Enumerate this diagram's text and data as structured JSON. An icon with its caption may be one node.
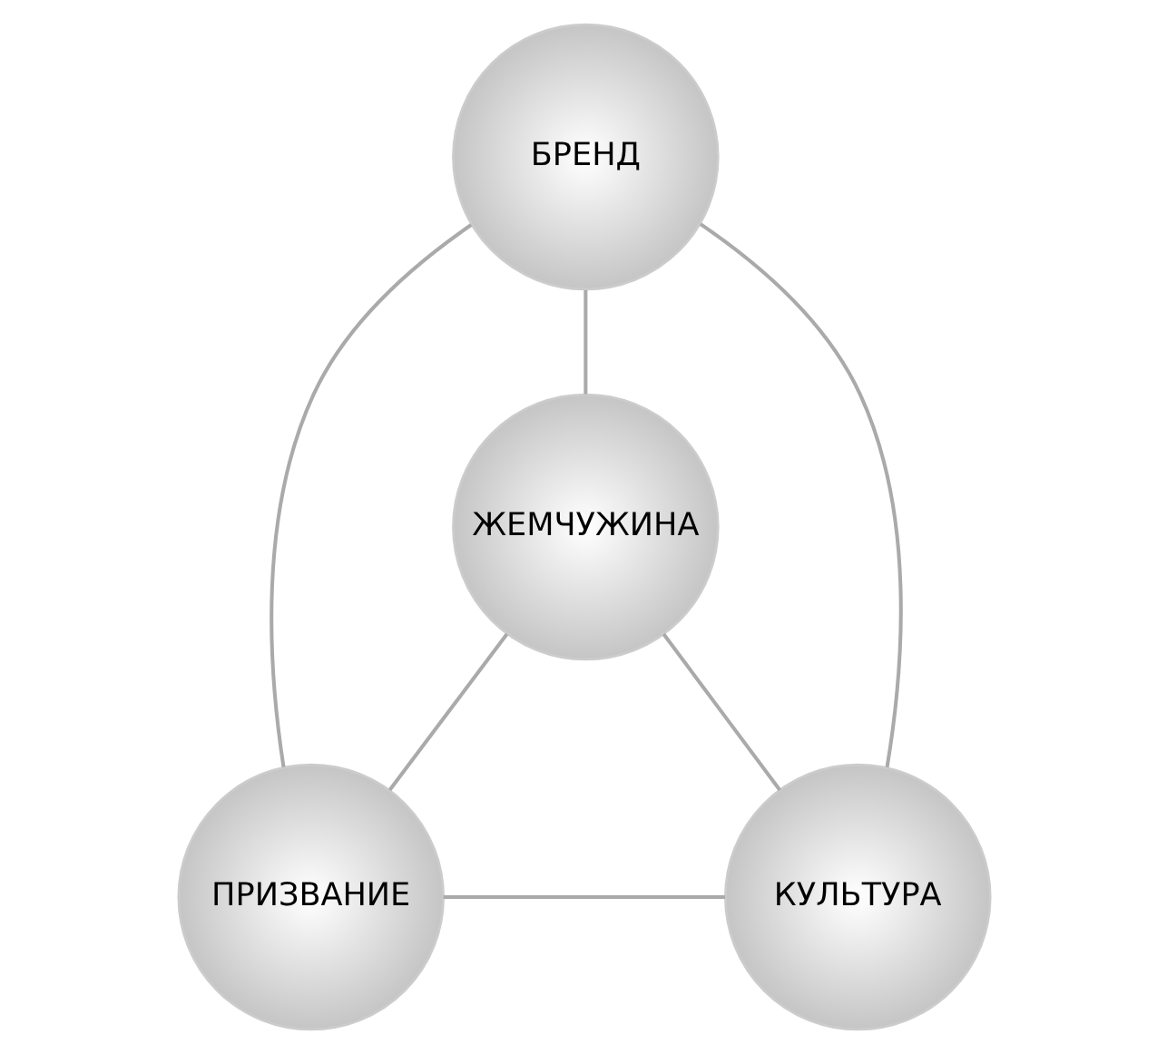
{
  "diagram": {
    "nodes": [
      {
        "text": [
          "БРЕНД"
        ]
      },
      {
        "text": [
          "ЖЕМЧУЖИНА"
        ]
      },
      {
        "text": [
          "ПРИЗВАНИЕ"
        ]
      },
      {
        "text": [
          "КУЛЬТУРА"
        ]
      }
    ],
    "edges": [
      {
        "from": 0,
        "to": 2,
        "arrow": "none"
      },
      {
        "from": 0,
        "to": 1,
        "arrow": "none"
      },
      {
        "from": 0,
        "to": 3,
        "arrow": "none"
      },
      {
        "from": 1,
        "to": 2,
        "arrow": "none"
      },
      {
        "from": 1,
        "to": 3,
        "arrow": "none"
      },
      {
        "from": 2,
        "to": 3,
        "arrow": "none"
      }
    ]
  }
}
